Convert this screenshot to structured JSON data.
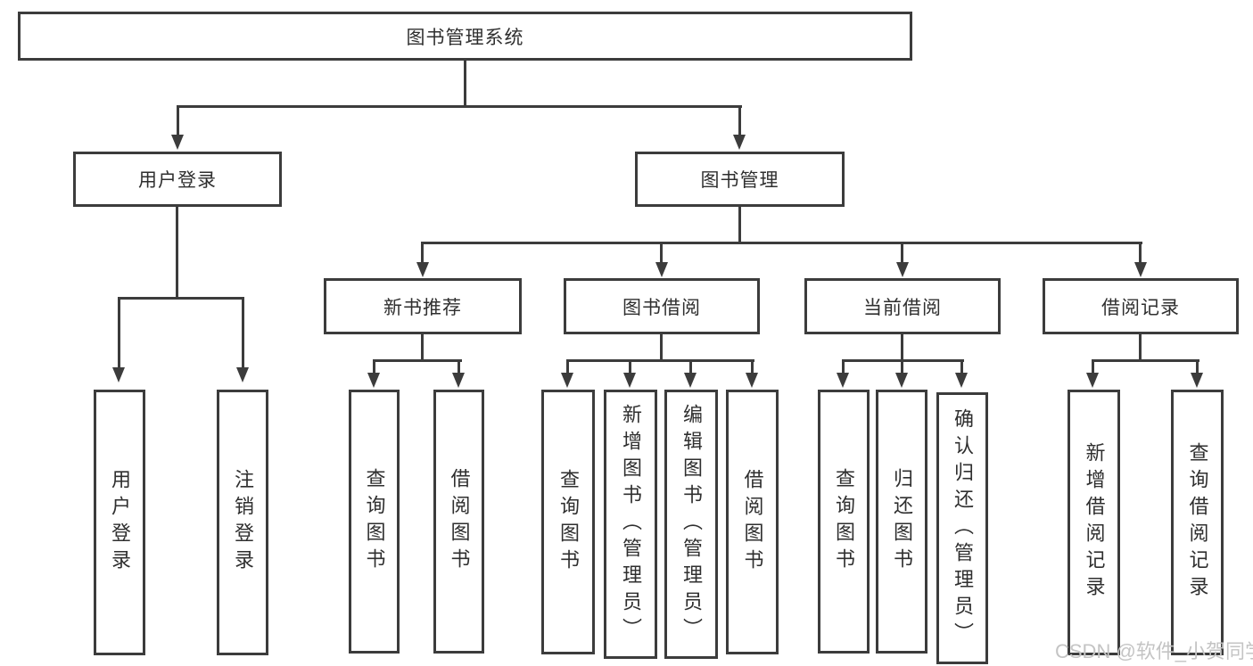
{
  "tree": {
    "root": {
      "label": "图书管理系统"
    },
    "branches": [
      {
        "label": "用户登录",
        "children": [
          {
            "label": "用户登录"
          },
          {
            "label": "注销登录"
          }
        ]
      },
      {
        "label": "图书管理",
        "children": [
          {
            "label": "新书推荐",
            "children": [
              {
                "label": "查询图书"
              },
              {
                "label": "借阅图书"
              }
            ]
          },
          {
            "label": "图书借阅",
            "children": [
              {
                "label": "查询图书"
              },
              {
                "label": "新增图书（管理员）"
              },
              {
                "label": "编辑图书（管理员）"
              },
              {
                "label": "借阅图书"
              }
            ]
          },
          {
            "label": "当前借阅",
            "children": [
              {
                "label": "查询图书"
              },
              {
                "label": "归还图书"
              },
              {
                "label": "确认归还（管理员）"
              }
            ]
          },
          {
            "label": "借阅记录",
            "children": [
              {
                "label": "新增借阅记录"
              },
              {
                "label": "查询借阅记录"
              }
            ]
          }
        ]
      }
    ]
  },
  "watermark": {
    "text": "CSDN @软件_小贺同学"
  },
  "colors": {
    "line": "#3c3c3c",
    "text": "#2f2f2f",
    "box_fill": "#ffffff",
    "watermark": "#c4c4c4"
  }
}
